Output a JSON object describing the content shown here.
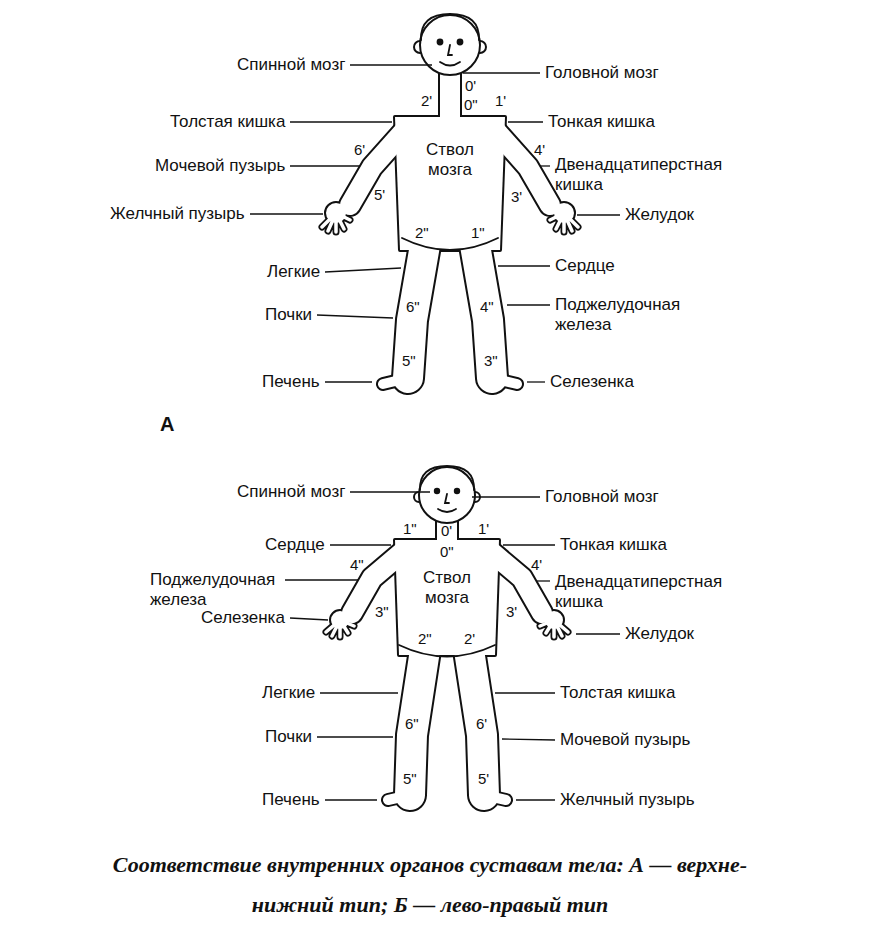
{
  "diagram": {
    "caption": "Соответствие внутренних органов суставам тела: А — верхне-нижний тип; Б — лево-правый тип",
    "labels": [
      "Спинной мозг",
      "Головной мозг",
      "0'",
      "2'",
      "1'",
      "0\"",
      "Толстая кишка",
      "Тонкая кишка",
      "6'",
      "Ствол мозга",
      "4'",
      "Мочевой пузырь",
      "Двенадцатиперстная кишка",
      "5'",
      "3'",
      "Желчный пузырь",
      "Желудок",
      "2\"",
      "1\"",
      "Легкие",
      "Сердце",
      "6\"",
      "4\"",
      "Почки",
      "Поджелудочная железа",
      "5\"",
      "3\"",
      "Печень",
      "Селезенка",
      "А",
      "Спинной мозг",
      "Головной мозг",
      "1\"",
      "0'",
      "1'",
      "0\"",
      "Сердце",
      "Тонкая кишка",
      "4\"",
      "4'",
      "Поджелудочная железа",
      "Ствол мозга",
      "Двенадцатиперстная кишка",
      "3\"",
      "3'",
      "Селезенка",
      "Желудок",
      "2\"",
      "2'",
      "Легкие",
      "Толстая кишка",
      "6\"",
      "6'",
      "Почки",
      "Мочевой пузырь",
      "5\"",
      "5'",
      "Печень",
      "Желчный пузырь"
    ]
  }
}
